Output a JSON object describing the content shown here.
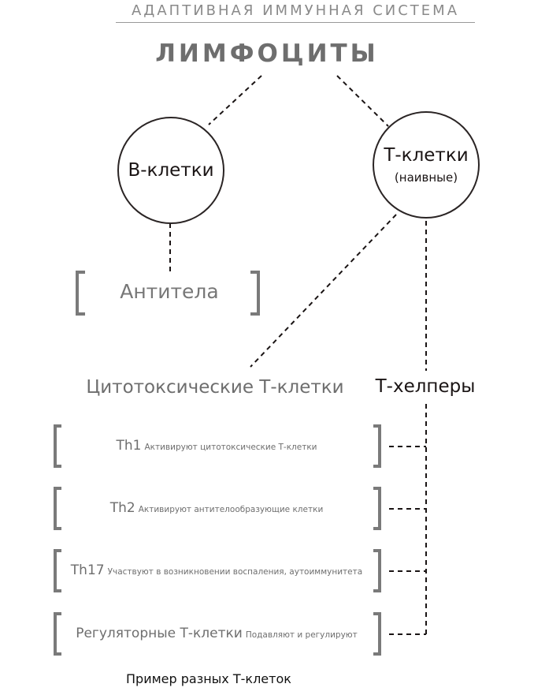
{
  "header": "АДАПТИВНАЯ ИММУННАЯ СИСТЕМА",
  "title": "ЛИМФОЦИТЫ",
  "b_cells": {
    "label": "B-клетки"
  },
  "t_cells": {
    "label": "Т-клетки",
    "sublabel": "(наивные)"
  },
  "antibodies": "Антитела",
  "cytotoxic": "Цитотоксические Т-клетки",
  "helpers": "Т-хелперы",
  "helper_types": [
    {
      "name": "Th1",
      "description": "Активируют цитотоксические Т-клетки"
    },
    {
      "name": "Th2",
      "description": "Активируют антителообразующие клетки"
    },
    {
      "name": "Th17",
      "description": "Участвуют в возникновении воспаления, аутоиммунитета"
    },
    {
      "name": "Регуляторные Т-клетки",
      "description": "Подавляют и регулируют"
    }
  ],
  "caption": "Пример разных Т-клеток",
  "colors": {
    "dark": "#1a1414",
    "gray": "#6e6e6e",
    "bracket": "#7a7a7a"
  }
}
